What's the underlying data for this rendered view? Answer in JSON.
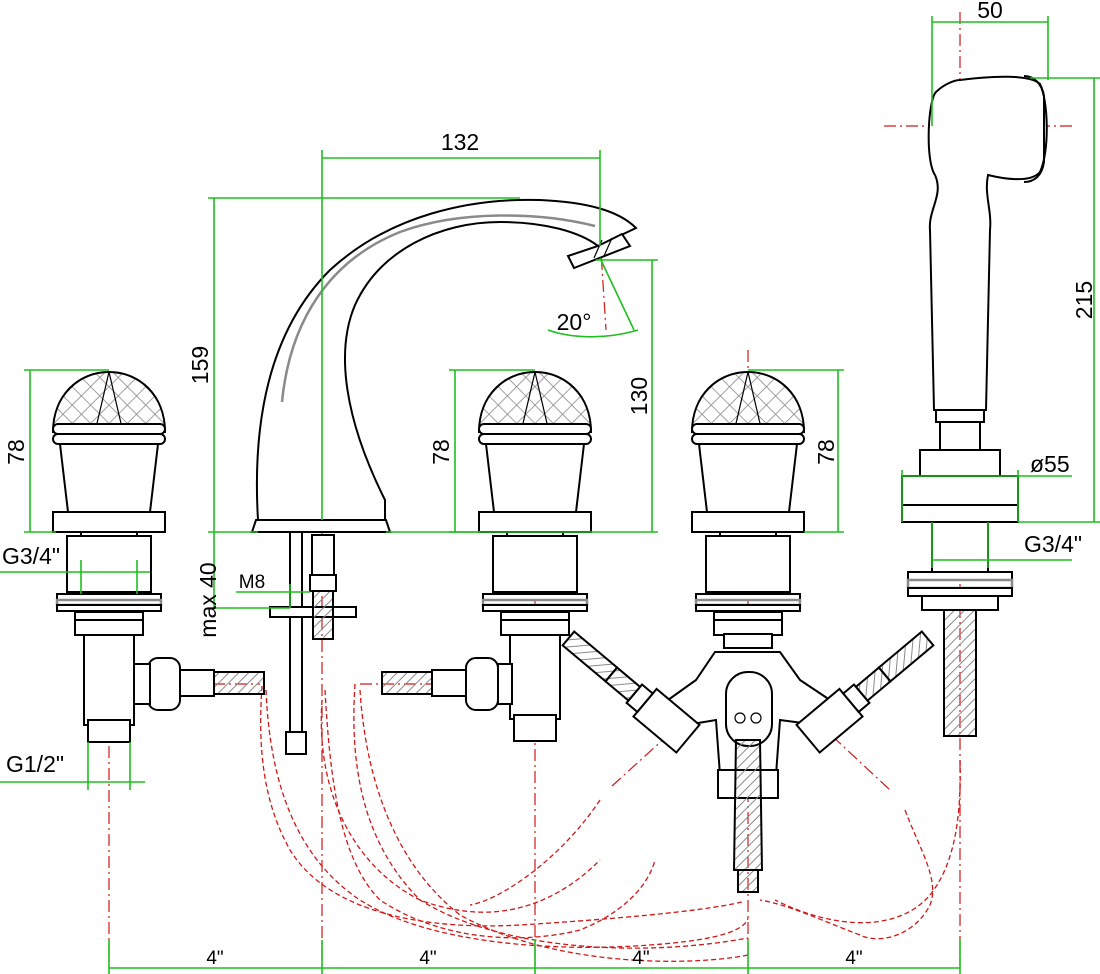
{
  "dimensions": {
    "spout_reach": "132",
    "spout_height": "159",
    "outlet_height": "130",
    "angle": "20°",
    "handle_height_left": "78",
    "handle_height_center": "78",
    "handle_height_right": "78",
    "max_thickness": "max 40",
    "stud_thread": "M8",
    "thread_left_upper": "G3/4\"",
    "thread_left_lower": "G1/2\"",
    "shower_width": "50",
    "shower_length": "215",
    "shower_diameter": "ø55",
    "thread_shower": "G3/4\"",
    "spacing_1": "4\"",
    "spacing_2": "4\"",
    "spacing_3": "4\"",
    "spacing_4": "4\""
  },
  "colors": {
    "outline": "#000000",
    "dimension_lines": "#1fbf1f",
    "axis_lines": "#d01818",
    "knob_pattern": "#8a8a8a"
  }
}
